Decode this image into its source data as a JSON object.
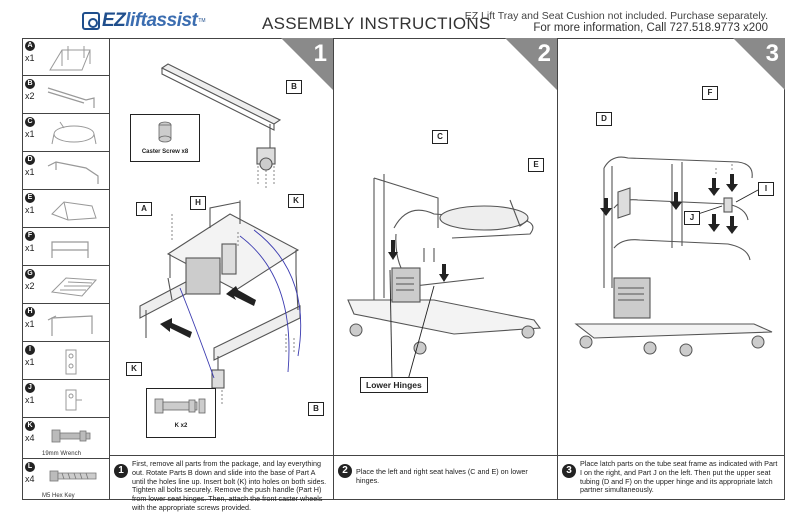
{
  "header": {
    "logo_main": "EZ",
    "logo_sub": "liftassist",
    "logo_tm": "TM",
    "title": "ASSEMBLY INSTRUCTIONS",
    "note_line1": "EZ Lift Tray and Seat Cushion not included. Purchase separately.",
    "note_line2": "For more information, Call 727.518.9773 x200"
  },
  "parts": [
    {
      "letter": "A",
      "qty": "x1",
      "caption": ""
    },
    {
      "letter": "B",
      "qty": "x2",
      "caption": ""
    },
    {
      "letter": "C",
      "qty": "x1",
      "caption": ""
    },
    {
      "letter": "D",
      "qty": "x1",
      "caption": ""
    },
    {
      "letter": "E",
      "qty": "x1",
      "caption": ""
    },
    {
      "letter": "F",
      "qty": "x1",
      "caption": ""
    },
    {
      "letter": "G",
      "qty": "x2",
      "caption": ""
    },
    {
      "letter": "H",
      "qty": "x1",
      "caption": ""
    },
    {
      "letter": "I",
      "qty": "x1",
      "caption": ""
    },
    {
      "letter": "J",
      "qty": "x1",
      "caption": ""
    },
    {
      "letter": "K",
      "qty": "x4",
      "caption": "19mm Wrench"
    },
    {
      "letter": "L",
      "qty": "x4",
      "caption": "M5 Hex Key"
    }
  ],
  "steps": [
    {
      "number": "1",
      "callouts": {
        "b_top": "B",
        "a": "A",
        "h": "H",
        "k_right": "K",
        "k_left": "K",
        "b_bottom": "B"
      },
      "inset_caster": "Caster Screw x8",
      "inset_bolt": "K x2",
      "instruction": "First, remove all parts from the package, and lay everything out. Rotate Parts B down and slide into the base of Part A until the holes line up. Insert bolt (K) into holes on both sides. Tighten all bolts securely. Remove the push handle (Part H) from lower seat hinges. Then, attach the front caster wheels with the appropriate screws provided."
    },
    {
      "number": "2",
      "callouts": {
        "c": "C",
        "e": "E"
      },
      "lower_hinges": "Lower Hinges",
      "instruction": "Place the left and right seat halves (C and E) on lower hinges."
    },
    {
      "number": "3",
      "callouts": {
        "d": "D",
        "f": "F",
        "i": "I",
        "j": "J"
      },
      "instruction": "Place latch parts on the tube seat frame as indicated with Part I on the right, and Part J on the left. Then put the upper seat tubing (D and F) on the upper hinge and its appropriate latch partner simultaneously."
    }
  ],
  "colors": {
    "brand": "#1f4e8c",
    "corner": "#8a8a8a",
    "guide_line": "#3b3bb0"
  }
}
